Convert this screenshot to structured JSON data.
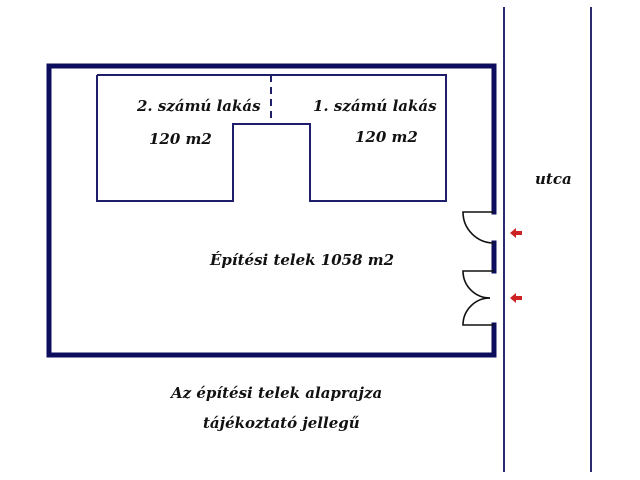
{
  "colors": {
    "lot_outline": "#0d0d5e",
    "building_outline": "#1e1e6a",
    "street_line": "#2b2b6e",
    "door_arc": "#111111",
    "arrow": "#cc2222",
    "background": "#ffffff"
  },
  "apartments": [
    {
      "label": "2. számú lakás",
      "area": "120 m2"
    },
    {
      "label": "1. számú lakás",
      "area": "120 m2"
    }
  ],
  "lot": {
    "label": "Építési telek 1058 m2"
  },
  "street": {
    "label": "utca"
  },
  "entrances": [
    {
      "icon": "entrance-arrow-icon"
    },
    {
      "icon": "entrance-arrow-icon"
    }
  ],
  "caption": {
    "line1": "Az építési telek alaprajza",
    "line2": "tájékoztató jellegű"
  }
}
